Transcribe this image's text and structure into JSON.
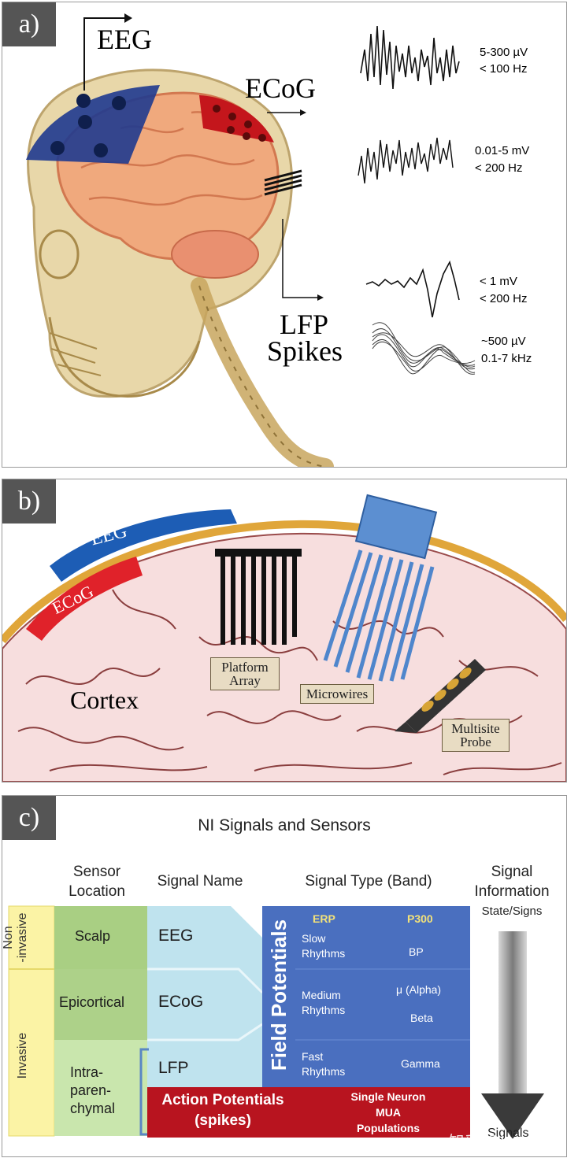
{
  "panel_a": {
    "tag": "a)",
    "labels": {
      "eeg": "EEG",
      "ecog": "ECoG",
      "lfp": "LFP",
      "spikes": "Spikes"
    },
    "signals": [
      {
        "amplitude": "5-300 µV",
        "band": "< 100 Hz"
      },
      {
        "amplitude": "0.01-5 mV",
        "band": "< 200 Hz"
      },
      {
        "amplitude": "< 1 mV",
        "band": "< 200 Hz"
      },
      {
        "amplitude": "~500 µV",
        "band": "0.1-7 kHz"
      }
    ]
  },
  "panel_b": {
    "tag": "b)",
    "labels": {
      "eeg": "EEG",
      "ecog": "ECoG",
      "cortex": "Cortex",
      "platform_line1": "Platform",
      "platform_line2": "Array",
      "microwires": "Microwires",
      "multisite_line1": "Multisite",
      "multisite_line2": "Probe"
    }
  },
  "panel_c": {
    "tag": "c)",
    "title": "NI Signals and Sensors",
    "headers": {
      "location_line1": "Sensor",
      "location_line2": "Location",
      "signal_name": "Signal Name",
      "signal_type": "Signal Type (Band)",
      "info_line1": "Signal",
      "info_line2": "Information",
      "info_line3": "State/Signs"
    },
    "side_labels": {
      "non_line1": "Non",
      "non_line2": "-invasive",
      "invasive": "Invasive"
    },
    "locations": {
      "scalp": "Scalp",
      "epicortical": "Epicortical",
      "intra1": "Intra-",
      "intra2": "paren-",
      "intra3": "chymal"
    },
    "signal_names": {
      "eeg": "EEG",
      "ecog": "ECoG",
      "lfp": "LFP"
    },
    "field_potentials": "Field Potentials",
    "bands": {
      "erp": "ERP",
      "p300": "P300",
      "slow1": "Slow",
      "slow2": "Rhythms",
      "bp": "BP",
      "medium1": "Medium",
      "medium2": "Rhythms",
      "alpha": "μ (Alpha)",
      "beta": "Beta",
      "fast1": "Fast",
      "fast2": "Rhythms",
      "gamma": "Gamma"
    },
    "action_potentials": {
      "line1": "Action Potentials",
      "line2": "(spikes)"
    },
    "spike_types": {
      "line1": "Single Neuron",
      "line2": "MUA",
      "line3": "Populations"
    },
    "arrow_label": "Signals",
    "watermark": "知乎 @Lo  paul",
    "colors": {
      "green": "#a9cf83",
      "light_blue": "#bfe3ee",
      "field_blue": "#4a6fbf",
      "action_red": "#b8141f",
      "yellow": "#fbf3a5"
    }
  }
}
